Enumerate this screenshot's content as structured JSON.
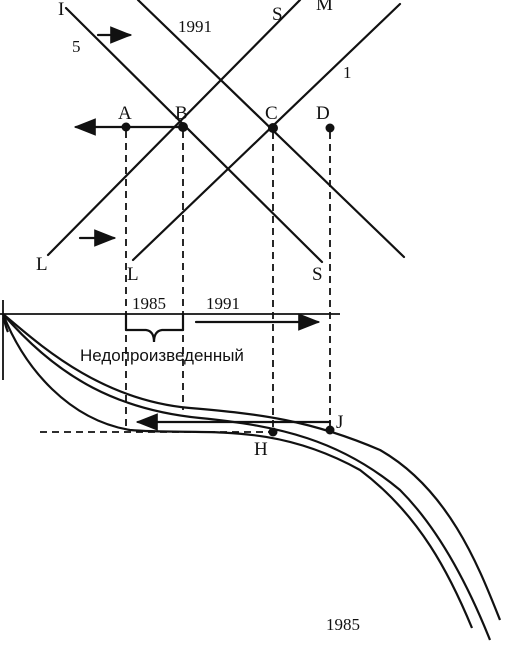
{
  "diagram": {
    "supply_labels": {
      "left": "L",
      "right": "L",
      "upper_right": "M"
    },
    "demand_labels": {
      "lower_right": "S",
      "upper_mid": "S",
      "upper_left": "I"
    },
    "partial_labels": {
      "upper_left_5": "5",
      "upper_right_1": "1",
      "top_partial": "1991"
    },
    "point_labels": {
      "A": "A",
      "B": "B",
      "C": "C",
      "D": "D",
      "H": "H",
      "J": "J"
    },
    "year_labels": {
      "y1985": "1985",
      "y1991": "1991",
      "bottom_partial": "1985"
    },
    "bracket_label": "Недопроизведенный",
    "colors": {
      "ink": "#111111",
      "paper": "#ffffff"
    }
  }
}
